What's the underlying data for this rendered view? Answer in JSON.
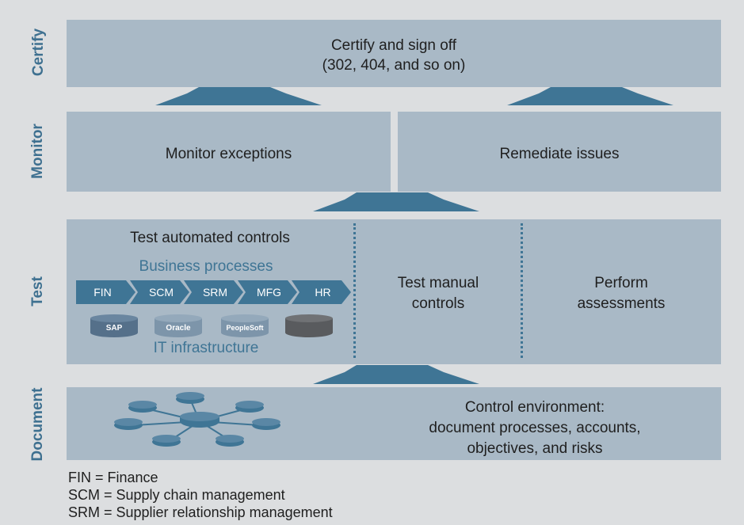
{
  "row_labels": {
    "certify": "Certify",
    "monitor": "Monitor",
    "test": "Test",
    "document": "Document"
  },
  "certify": {
    "line1": "Certify and sign off",
    "line2": "(302, 404, and so on)"
  },
  "monitor": {
    "left": "Monitor exceptions",
    "right": "Remediate issues"
  },
  "test": {
    "automated_title": "Test automated controls",
    "business_processes": "Business processes",
    "chevrons": [
      "FIN",
      "SCM",
      "SRM",
      "MFG",
      "HR"
    ],
    "databases": [
      "SAP",
      "Oracle",
      "PeopleSoft",
      ""
    ],
    "it_infrastructure": "IT infrastructure",
    "manual_line1": "Test manual",
    "manual_line2": "controls",
    "assess_line1": "Perform",
    "assess_line2": "assessments"
  },
  "document": {
    "line1": "Control environment:",
    "line2": "document processes, accounts,",
    "line3": "objectives, and risks"
  },
  "legend": [
    "FIN = Finance",
    "SCM = Supply chain management",
    "SRM = Supplier relationship management"
  ],
  "colors": {
    "background": "#dcdee0",
    "box": "#a9b9c6",
    "arrow": "#3f7595",
    "label": "#3e7090",
    "chevron": "#3f7595",
    "db_dark": "#55708a",
    "db_light": "#7d95aa",
    "db_grey": "#595b5e"
  }
}
